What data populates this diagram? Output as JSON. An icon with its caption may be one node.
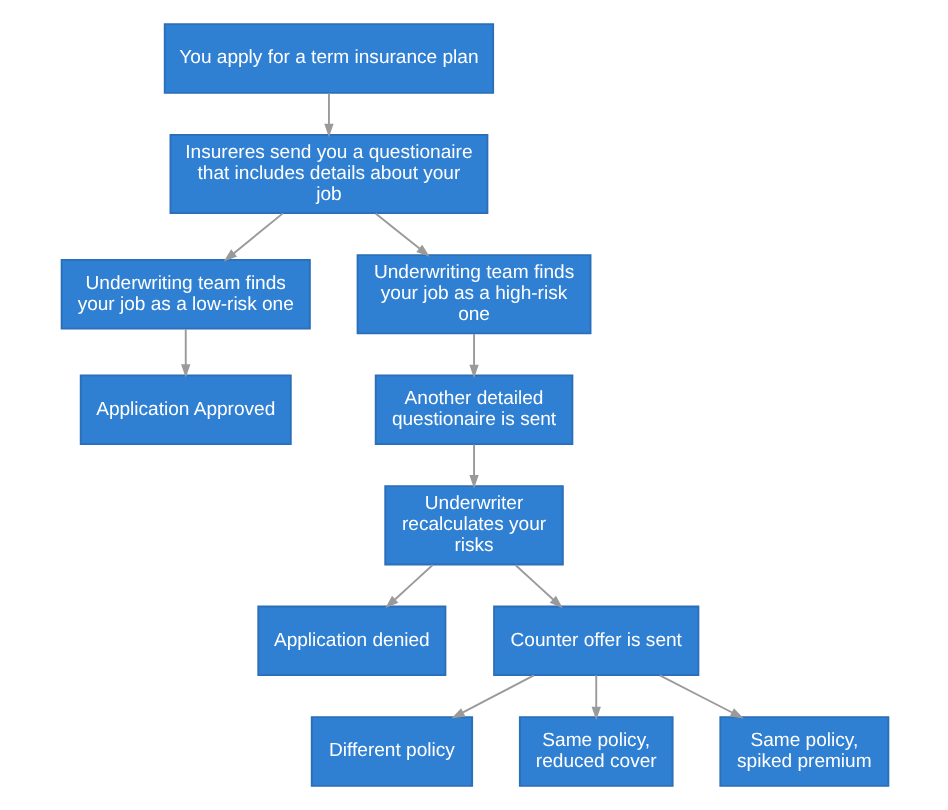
{
  "diagram": {
    "nodes": [
      {
        "text": [
          "You apply for a term insurance plan"
        ]
      },
      {
        "text": [
          "Insureres send you a questionaire that includes details about your job"
        ]
      },
      {
        "text": [
          "Underwriting team finds your job as a low-risk one"
        ]
      },
      {
        "text": [
          "Underwriting team finds your job as a high-risk one"
        ]
      },
      {
        "text": [
          "Application Approved"
        ]
      },
      {
        "text": [
          "Another detailed questionaire is sent"
        ]
      },
      {
        "text": [
          "Underwriter recalculates your risks"
        ]
      },
      {
        "text": [
          "Application denied"
        ]
      },
      {
        "text": [
          "Counter offer is sent"
        ]
      },
      {
        "text": [
          "Different policy"
        ]
      },
      {
        "text": [
          "Same policy, reduced cover"
        ]
      },
      {
        "text": [
          "Same policy, spiked premium"
        ]
      }
    ],
    "edges": [
      {
        "from": 0,
        "to": 1,
        "arrow": "to"
      },
      {
        "from": 1,
        "to": 2,
        "arrow": "to"
      },
      {
        "from": 1,
        "to": 3,
        "arrow": "to"
      },
      {
        "from": 2,
        "to": 4,
        "arrow": "to"
      },
      {
        "from": 3,
        "to": 5,
        "arrow": "to"
      },
      {
        "from": 5,
        "to": 6,
        "arrow": "to"
      },
      {
        "from": 6,
        "to": 7,
        "arrow": "to"
      },
      {
        "from": 6,
        "to": 8,
        "arrow": "to"
      },
      {
        "from": 8,
        "to": 9,
        "arrow": "to"
      },
      {
        "from": 8,
        "to": 10,
        "arrow": "to"
      },
      {
        "from": 8,
        "to": 11,
        "arrow": "to"
      }
    ]
  }
}
